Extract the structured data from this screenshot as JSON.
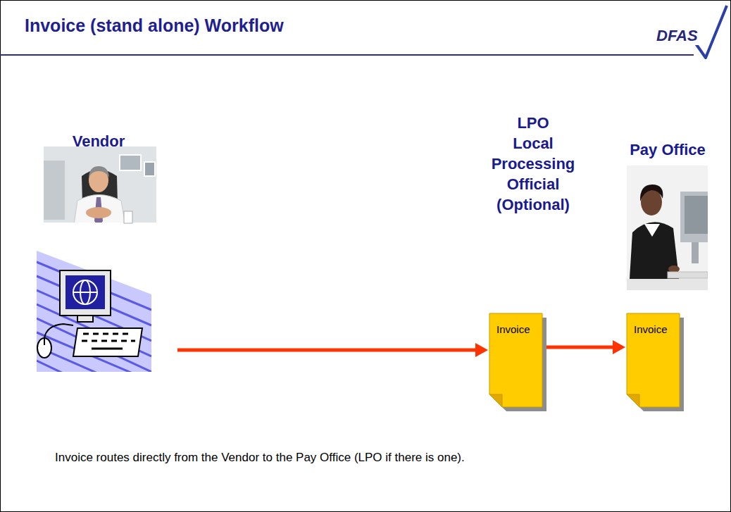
{
  "diagram": {
    "title": "Invoice (stand alone) Workflow",
    "caption": "Invoice routes directly from the Vendor to the Pay Office (LPO if there is one).",
    "nodes": [
      {
        "text": [
          "Vendor"
        ]
      },
      {
        "text": [
          "LPO Local Processing Official (Optional)",
          "Invoice"
        ]
      },
      {
        "text": [
          "Pay Office",
          "Invoice"
        ]
      }
    ],
    "edges": [
      {
        "from": 0,
        "to": 1,
        "arrow": "to"
      },
      {
        "from": 1,
        "to": 2,
        "arrow": "to"
      }
    ],
    "labels": [
      "DFAS"
    ]
  }
}
